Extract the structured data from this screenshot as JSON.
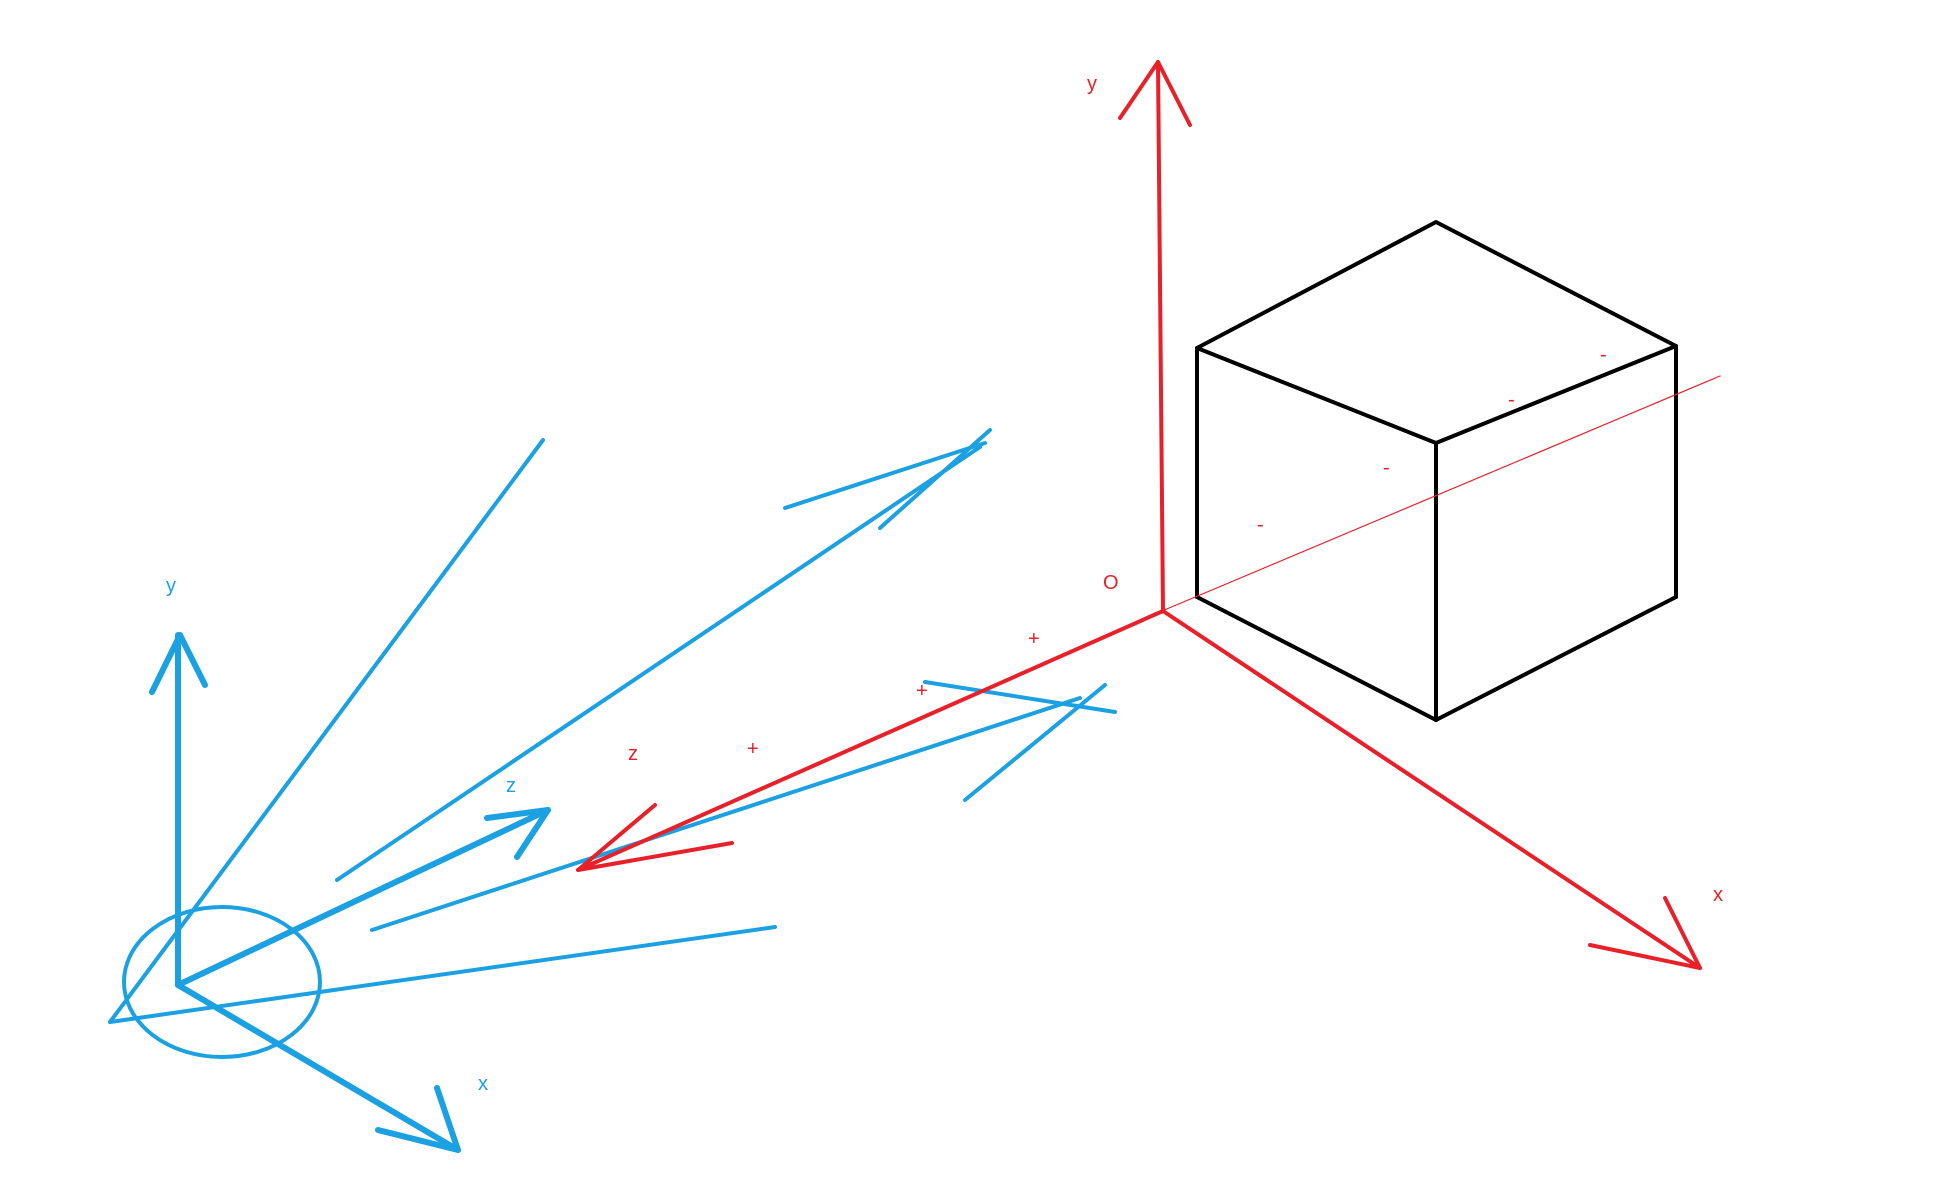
{
  "colors": {
    "world_axes": "#e8202a",
    "camera": "#1ba1e2",
    "cube": "#000000",
    "background": "#ffffff"
  },
  "world": {
    "origin_label": "O",
    "x_label": "x",
    "y_label": "y",
    "z_label": "z",
    "plus_signs": [
      "+",
      "+",
      "+"
    ],
    "minus_signs": [
      "-",
      "-",
      "-",
      "-"
    ]
  },
  "camera": {
    "x_label": "x",
    "y_label": "y",
    "z_label": "z"
  }
}
